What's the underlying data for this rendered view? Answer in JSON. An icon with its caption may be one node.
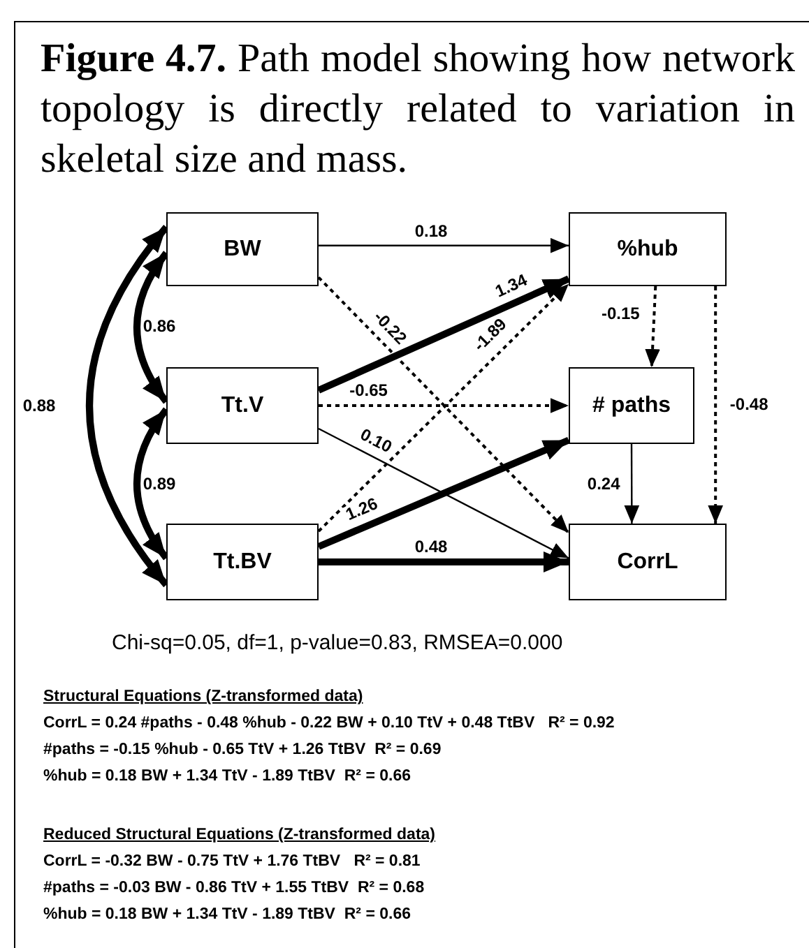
{
  "diagram": {
    "title": "**Figure 4.7.** Path model showing how network topology is directly related to variation in skeletal size and mass.",
    "nodes": [
      {
        "text": [
          "BW"
        ]
      },
      {
        "text": [
          "%hub"
        ]
      },
      {
        "text": [
          "Tt.V"
        ]
      },
      {
        "text": [
          "# paths"
        ]
      },
      {
        "text": [
          "Tt.BV"
        ]
      },
      {
        "text": [
          "CorrL"
        ]
      }
    ],
    "edges": [
      {
        "from": 0,
        "to": 1,
        "arrow": "to",
        "label": "0.18"
      },
      {
        "from": 0,
        "to": 5,
        "arrow": "to",
        "label": "-0.22",
        "style": "dashed"
      },
      {
        "from": 2,
        "to": 1,
        "arrow": "to",
        "label": "1.34",
        "style": "thick"
      },
      {
        "from": 2,
        "to": 3,
        "arrow": "to",
        "label": "-0.65",
        "style": "dashed"
      },
      {
        "from": 2,
        "to": 5,
        "arrow": "to",
        "label": "0.10"
      },
      {
        "from": 4,
        "to": 1,
        "arrow": "to",
        "label": "-1.89",
        "style": "dashed"
      },
      {
        "from": 4,
        "to": 3,
        "arrow": "to",
        "label": "1.26",
        "style": "thick"
      },
      {
        "from": 4,
        "to": 5,
        "arrow": "to",
        "label": "0.48",
        "style": "thick"
      },
      {
        "from": 1,
        "to": 3,
        "arrow": "to",
        "label": "-0.15",
        "style": "dashed"
      },
      {
        "from": 1,
        "to": 5,
        "arrow": "to",
        "label": "-0.48",
        "style": "dashed"
      },
      {
        "from": 3,
        "to": 5,
        "arrow": "to",
        "label": "0.24"
      },
      {
        "from": 0,
        "to": 2,
        "arrow": "both",
        "label": "0.86",
        "style": "thick"
      },
      {
        "from": 2,
        "to": 4,
        "arrow": "both",
        "label": "0.89",
        "style": "thick"
      },
      {
        "from": 0,
        "to": 4,
        "arrow": "both",
        "label": "0.88",
        "style": "thick"
      }
    ],
    "labels": [
      "Chi-sq=0.05, df=1, p-value=0.83, RMSEA=0.000",
      "Structural Equations (Z-transformed data)",
      "CorrL = 0.24 #paths - 0.48 %hub - 0.22 BW + 0.10 TtV + 0.48 TtBV   R² = 0.92",
      "#paths = -0.15 %hub - 0.65 TtV + 1.26 TtBV  R² = 0.69",
      "%hub = 0.18 BW + 1.34 TtV - 1.89 TtBV  R² = 0.66",
      "Reduced Structural Equations (Z-transformed data)",
      "CorrL = -0.32 BW - 0.75 TtV + 1.76 TtBV   R² = 0.81",
      "#paths = -0.03 BW - 0.86 TtV + 1.55 TtBV  R² = 0.68",
      "%hub = 0.18 BW + 1.34 TtV - 1.89 TtBV  R² = 0.66"
    ]
  }
}
